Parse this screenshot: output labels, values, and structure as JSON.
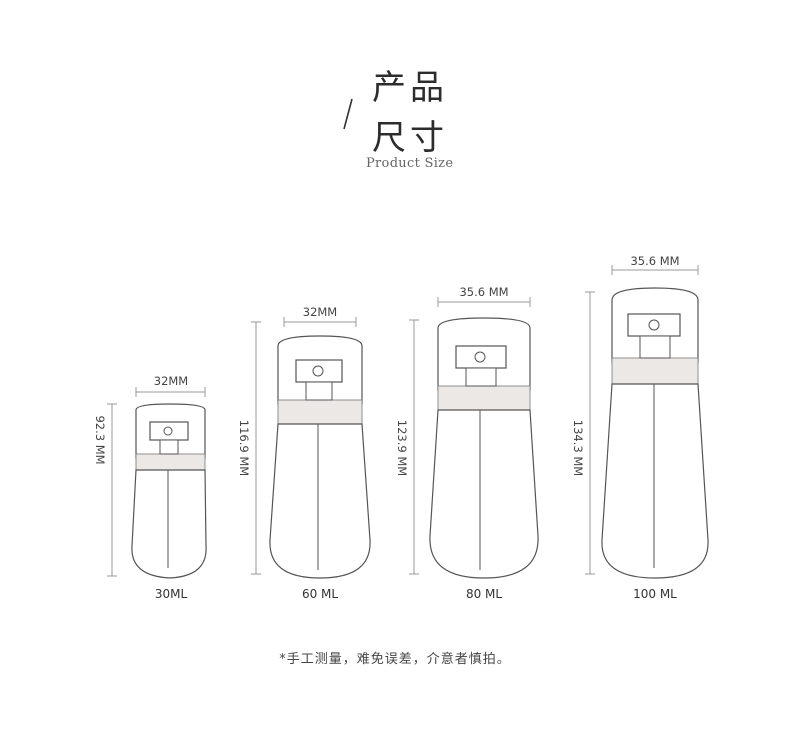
{
  "header": {
    "title_line1": "产品",
    "title_line2": "尺寸",
    "subtitle": "Product Size"
  },
  "bottles": [
    {
      "capacity": "30ML",
      "width": "32MM",
      "height": "92.3 MM"
    },
    {
      "capacity": "60 ML",
      "width": "32MM",
      "height": "116.9 MM"
    },
    {
      "capacity": "80 ML",
      "width": "35.6 MM",
      "height": "123.9 MM"
    },
    {
      "capacity": "100 ML",
      "width": "35.6 MM",
      "height": "134.3 MM"
    }
  ],
  "footer": {
    "note": "*手工测量，难免误差，介意者慎拍。"
  },
  "colors": {
    "outline": "#555555",
    "band": "#ebe8e6",
    "dim_line": "#999999"
  }
}
